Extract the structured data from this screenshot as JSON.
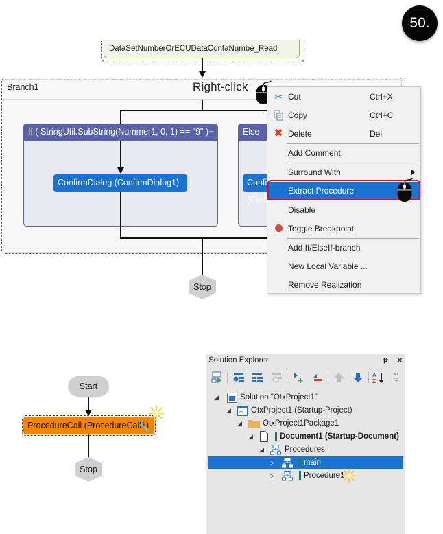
{
  "step_badge": "50.",
  "top_diagram": {
    "data_node_label": "DataSetNumberOrECUDataContaNumbe_Read",
    "branch_title": "Branch1",
    "annotation": "Right-click",
    "if_lane": {
      "header": "If ( StringUtil.SubString(Nummer1, 0, 1) == \"9\" )",
      "collapse": "−",
      "activity": "ConfirmDialog (ConfirmDialog1)"
    },
    "else_lane": {
      "header": "Else",
      "activity": "ConfirmDialog (ConfirmDialog2)"
    },
    "stop_label": "Stop"
  },
  "context_menu": {
    "items": [
      {
        "label": "Cut",
        "shortcut": "Ctrl+X",
        "icon": "scissors-icon"
      },
      {
        "label": "Copy",
        "shortcut": "Ctrl+C",
        "icon": "copy-icon"
      },
      {
        "label": "Delete",
        "shortcut": "Del",
        "icon": "delete-x-icon"
      },
      {
        "label": "Add Comment",
        "shortcut": "",
        "icon": ""
      },
      {
        "label": "Surround With",
        "shortcut": "",
        "icon": "",
        "submenu": true
      },
      {
        "label": "Extract Procedure",
        "shortcut": "",
        "icon": "",
        "highlighted": true
      },
      {
        "label": "Disable",
        "shortcut": "",
        "icon": ""
      },
      {
        "label": "Toggle Breakpoint",
        "shortcut": "",
        "icon": "breakpoint-dot-icon"
      },
      {
        "label": "Add If/ElseIf-branch",
        "shortcut": "",
        "icon": ""
      },
      {
        "label": "New Local Variable ...",
        "shortcut": "",
        "icon": ""
      },
      {
        "label": "Remove Realization",
        "shortcut": "",
        "icon": ""
      }
    ]
  },
  "bottom_diagram": {
    "start_label": "Start",
    "procedure_call": "ProcedureCall (ProcedureCall1)",
    "stop_label": "Stop"
  },
  "solution_explorer": {
    "title": "Solution Explorer",
    "pin": "ᵽ",
    "close": "✕",
    "toolbar": [
      "show-in-flow-icon",
      "properties-icon",
      "hierarchy-icon",
      "web-icon-disabled",
      "add-icon",
      "remove-icon",
      "move-up-icon",
      "move-down-icon",
      "sort-az-icon",
      "overflow-icon"
    ],
    "tree": [
      {
        "label": "Solution \"OtxProject1\"",
        "level": 0,
        "expanded": true,
        "icon": "solution-icon"
      },
      {
        "label": "OtxProject1 (Startup-Project)",
        "level": 1,
        "expanded": true,
        "icon": "project-icon"
      },
      {
        "label": "OtxProject1Package1",
        "level": 2,
        "expanded": true,
        "icon": "folder-icon"
      },
      {
        "label": "Document1 (Startup-Document)",
        "level": 3,
        "expanded": true,
        "icon": "document-icon",
        "bold": true,
        "marker": true
      },
      {
        "label": "Procedures",
        "level": 4,
        "expanded": true,
        "icon": "procedures-icon"
      },
      {
        "label": "main",
        "level": 5,
        "expanded": false,
        "icon": "procedure-icon",
        "selected": true,
        "marker": true
      },
      {
        "label": "Procedure1",
        "level": 5,
        "expanded": false,
        "icon": "procedure-icon",
        "marker": true,
        "new": true
      }
    ]
  },
  "colors": {
    "accent_blue": "#1a73d0",
    "lane_header": "#5b63a8",
    "procedure_call": "#f28400",
    "highlight_border": "#e0101c",
    "breakpoint": "#d04a3a"
  }
}
